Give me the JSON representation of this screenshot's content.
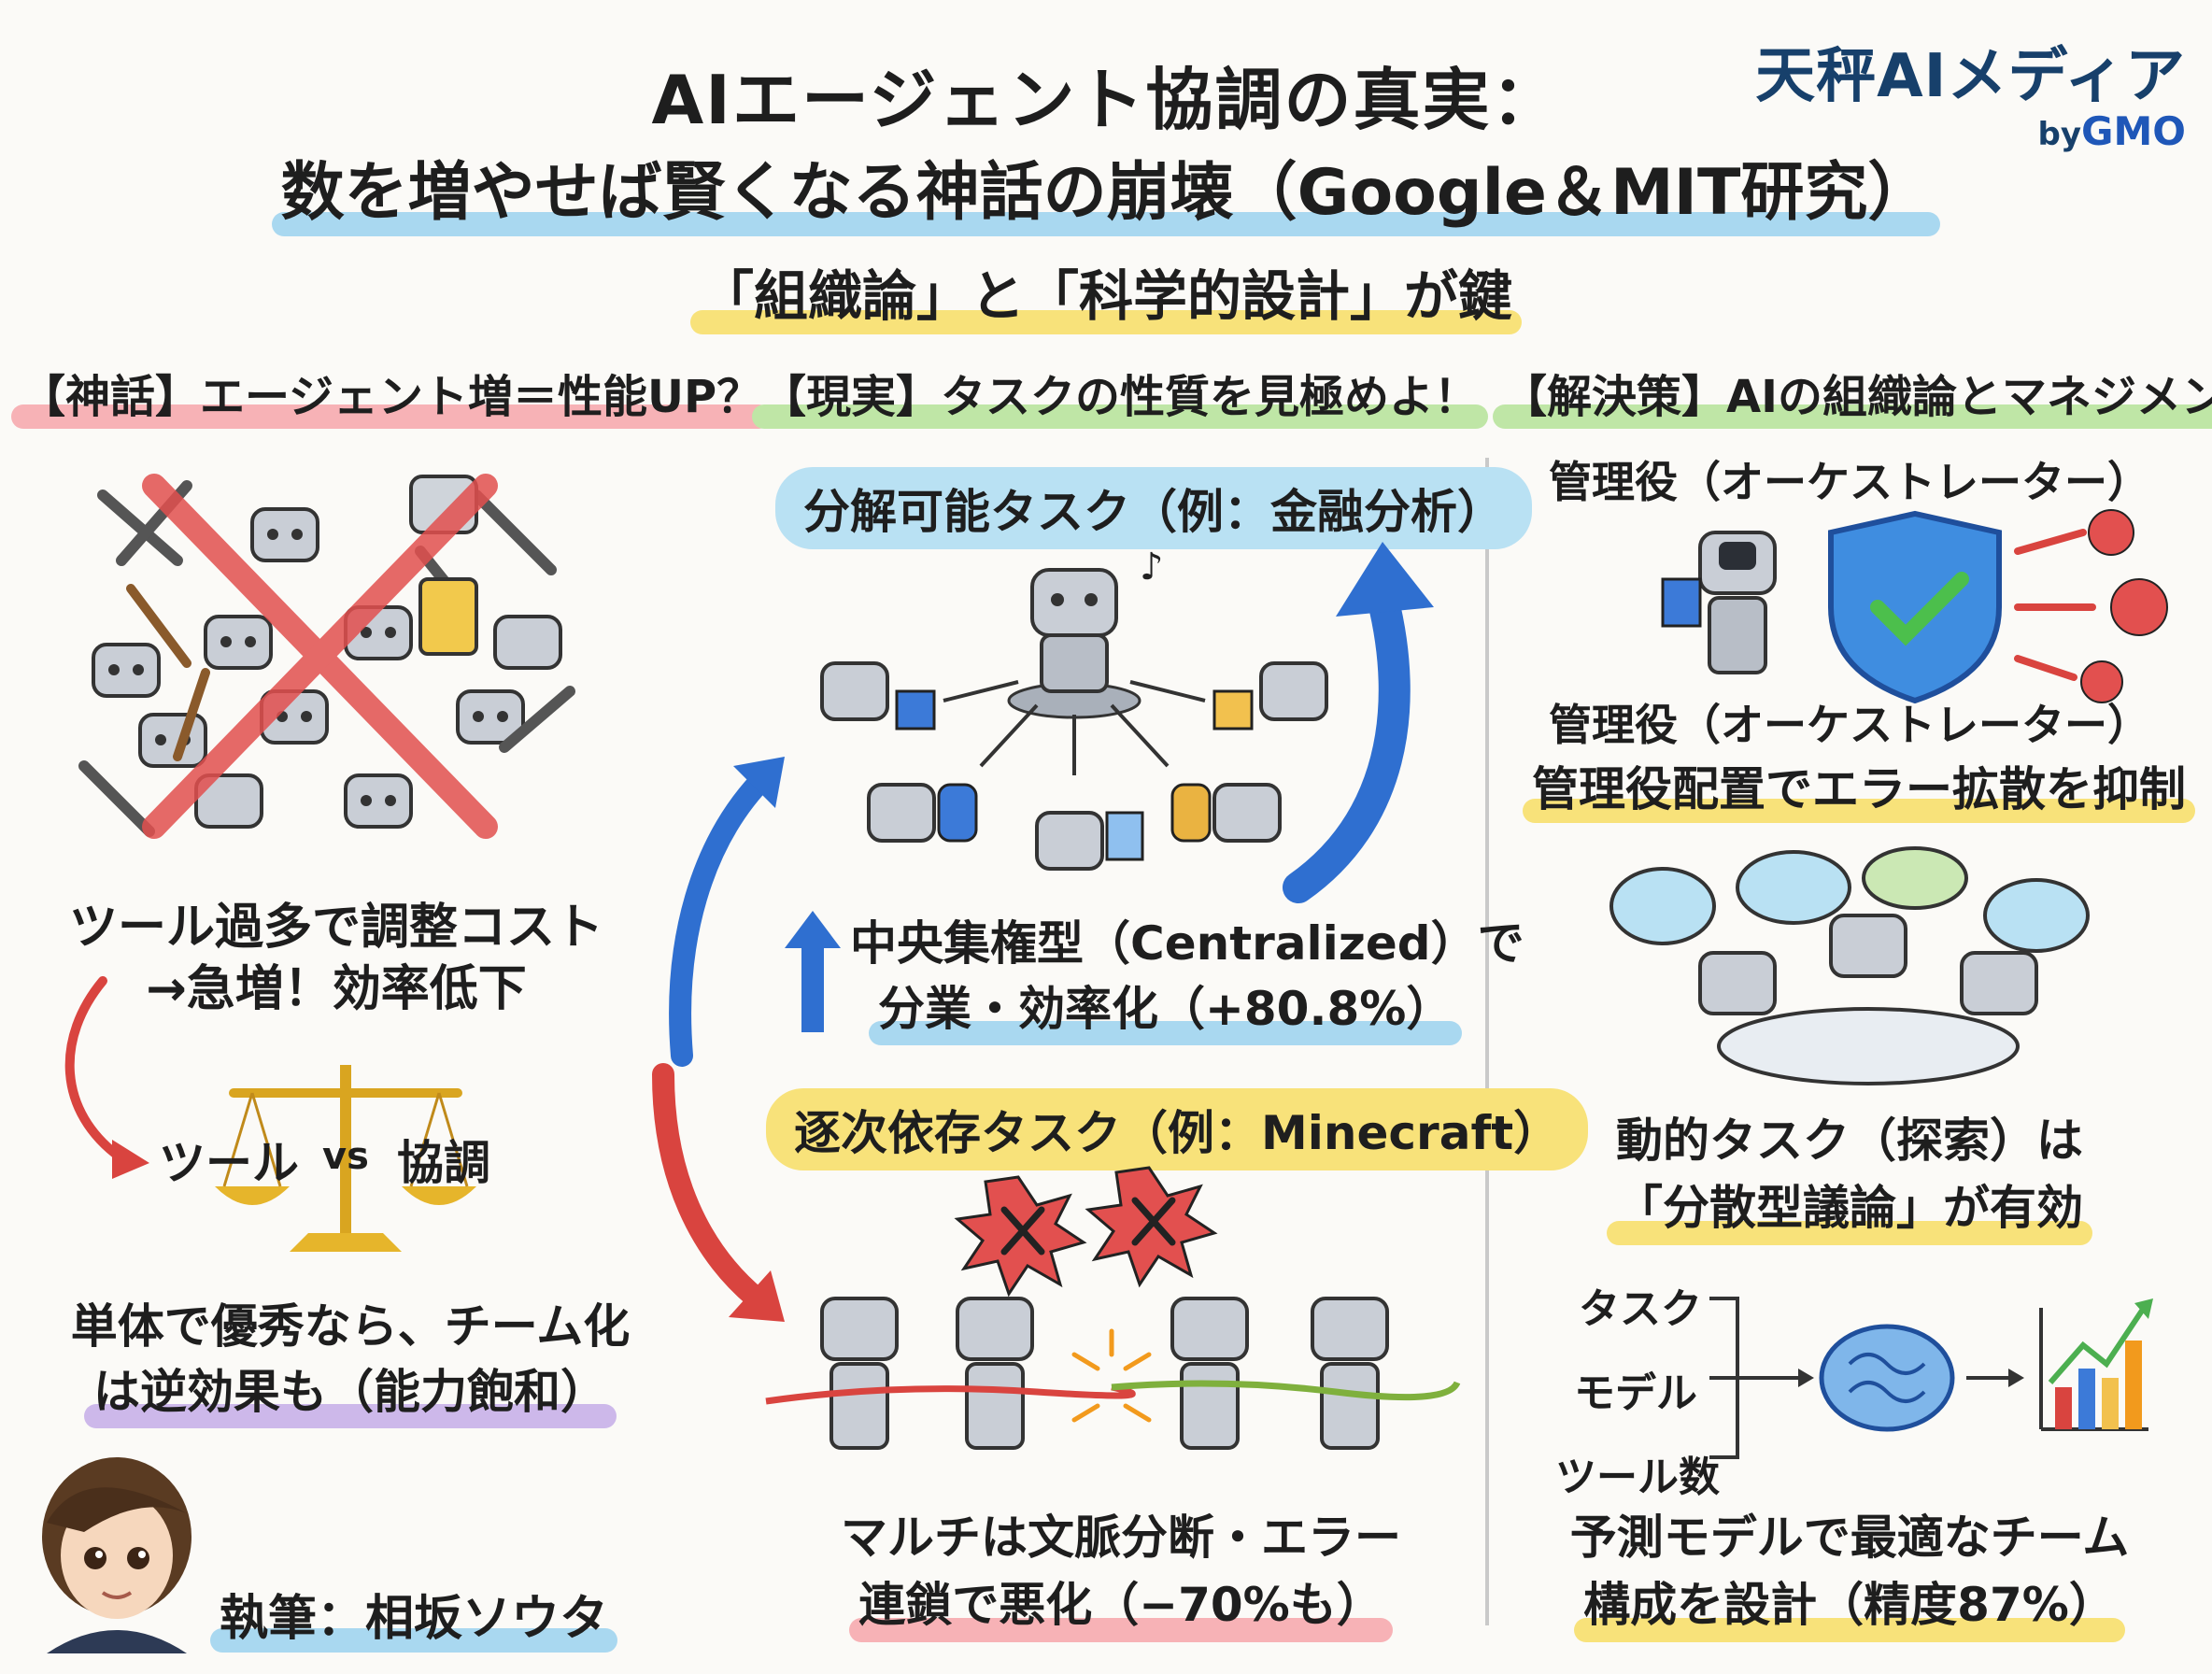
{
  "header": {
    "title_line1": "AIエージェント協調の真実：",
    "title_line2": "数を増やせば賢くなる神話の崩壊（Google＆MIT研究）",
    "subtitle": "「組織論」と「科学的設計」が鍵"
  },
  "brand": {
    "name": "天秤AIメディア",
    "by": "by",
    "company": "GMO"
  },
  "sections": {
    "myth": {
      "heading": "【神話】エージェント増＝性能UP？",
      "cost_line1": "ツール過多で調整コスト",
      "cost_line2": "→急増！効率低下",
      "scale_left": "ツール",
      "scale_vs": "vs",
      "scale_right": "協調",
      "saturation_line1": "単体で優秀なら、チーム化",
      "saturation_line2": "は逆効果も（能力飽和）",
      "author": "執筆：相坂ソウタ"
    },
    "reality": {
      "heading": "【現実】タスクの性質を見極めよ！",
      "decomposable_label": "分解可能タスク（例：金融分析）",
      "centralized_line1": "中央集権型（Centralized）で",
      "centralized_line2": "分業・効率化（+80.8%）",
      "sequential_label": "逐次依存タスク（例：Minecraft）",
      "multi_line1": "マルチは文脈分断・エラー",
      "multi_line2": "連鎖で悪化（−70%も）"
    },
    "solution": {
      "heading": "【解決策】AIの組織論とマネジメント",
      "orchestrator_top": "管理役（オーケストレーター）",
      "orchestrator_bottom": "管理役（オーケストレーター）",
      "orchestrator_desc": "管理役配置でエラー拡散を抑制",
      "dynamic_line1": "動的タスク（探索）は",
      "dynamic_line2": "「分散型議論」が有効",
      "inputs": [
        "タスク",
        "モデル",
        "ツール数"
      ],
      "predict_line1": "予測モデルで最適なチーム",
      "predict_line2": "構成を設計（精度87%）"
    }
  },
  "colors": {
    "blue_highlight": "#a9d8f0",
    "yellow_highlight": "#f8e27a",
    "red_highlight": "#f7b2b6",
    "green_highlight": "#bfe6a6",
    "purple_highlight": "#cdb8ea",
    "brand": "#17406b",
    "arrow_blue": "#2f6fd0",
    "arrow_red": "#d9443f"
  }
}
